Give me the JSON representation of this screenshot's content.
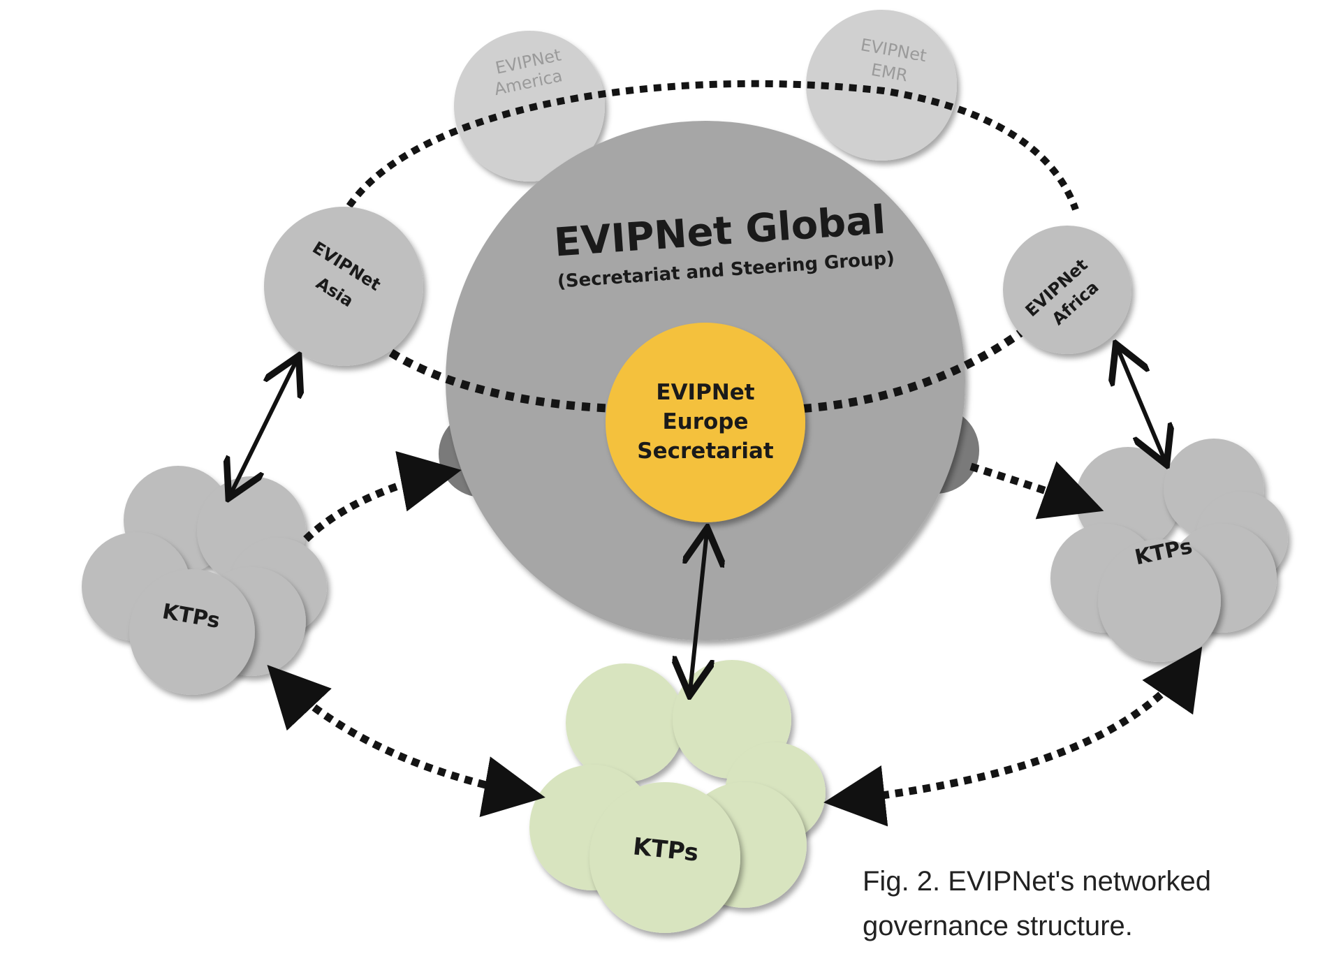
{
  "diagram": {
    "global": {
      "title": "EVIPNet Global",
      "subtitle": "(Secretariat and Steering Group)"
    },
    "europe": {
      "line1": "EVIPNet",
      "line2": "Europe",
      "line3": "Secretariat"
    },
    "regions": {
      "america": {
        "line1": "EVIPNet",
        "line2": "America"
      },
      "emr": {
        "line1": "EVIPNet",
        "line2": "EMR"
      },
      "asia": {
        "line1": "EVIPNet",
        "line2": "Asia"
      },
      "africa": {
        "line1": "EVIPNet",
        "line2": "Africa"
      }
    },
    "clusters": {
      "left": "KTPs",
      "right": "KTPs",
      "bottom": "KTPs"
    }
  },
  "caption": {
    "line1": "Fig. 2. EVIPNet's networked",
    "line2": "governance structure."
  },
  "colors": {
    "global_fill": "#a6a6a6",
    "region_fill": "#bfbfbf",
    "faded_fill": "#d0d0d0",
    "europe_fill": "#f4c13d",
    "ktp_gray": "#bdbdbd",
    "ktp_green": "#d8e4bf"
  }
}
